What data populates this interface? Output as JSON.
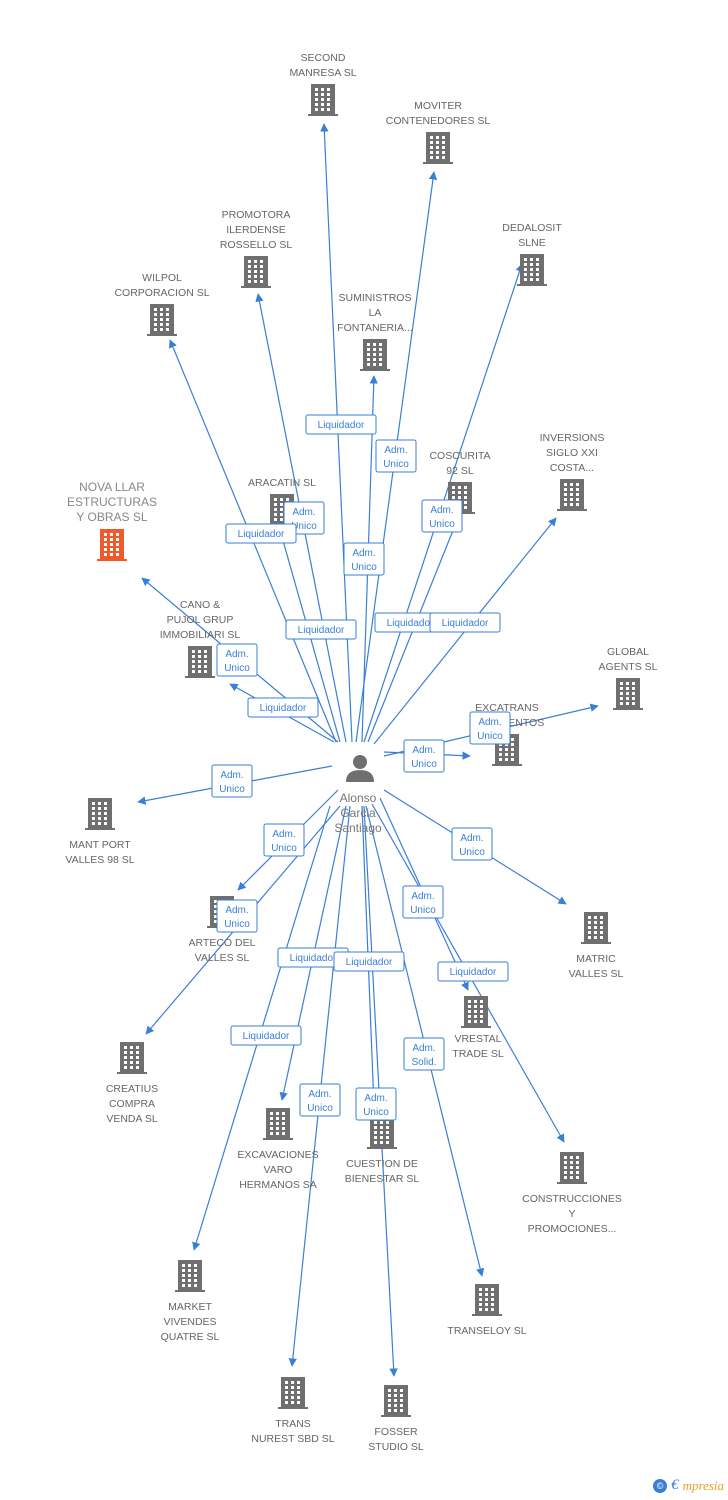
{
  "colors": {
    "edge": "#3a7fd6",
    "building": "#6f6f6f",
    "highlight": "#f05a2a",
    "person": "#6f6f6f"
  },
  "center": {
    "lines": [
      "Alonso",
      "Garcia",
      "Santiago"
    ]
  },
  "brand": {
    "symbol": "©",
    "e": "€",
    "text": "mpresia"
  },
  "nodes": [
    {
      "id": "second",
      "lines": [
        "SECOND",
        "MANRESA SL"
      ]
    },
    {
      "id": "moviter",
      "lines": [
        "MOVITER",
        "CONTENEDORES SL"
      ]
    },
    {
      "id": "promotora",
      "lines": [
        "PROMOTORA",
        "ILERDENSE",
        "ROSSELLO SL"
      ]
    },
    {
      "id": "dedalosit",
      "lines": [
        "DEDALOSIT",
        "SLNE"
      ]
    },
    {
      "id": "wilpol",
      "lines": [
        "WILPOL",
        "CORPORACION SL"
      ]
    },
    {
      "id": "suministros",
      "lines": [
        "SUMINISTROS",
        "LA",
        "FONTANERIA..."
      ]
    },
    {
      "id": "coscurita",
      "lines": [
        "COSCURITA",
        "92 SL"
      ]
    },
    {
      "id": "inversions",
      "lines": [
        "INVERSIONS",
        "SIGLO XXI",
        "COSTA..."
      ]
    },
    {
      "id": "aracatin",
      "lines": [
        "ARACATIN SL"
      ]
    },
    {
      "id": "novallar",
      "lines": [
        "NOVA LLAR",
        "ESTRUCTURAS",
        "Y OBRAS SL"
      ],
      "highlight": true
    },
    {
      "id": "cano",
      "lines": [
        "CANO &",
        "PUJOL GRUP",
        "IMMOBILIARI SL"
      ]
    },
    {
      "id": "global",
      "lines": [
        "GLOBAL",
        "AGENTS SL"
      ]
    },
    {
      "id": "excatrans",
      "lines": [
        "EXCATRANS",
        "MOVIMIENTOS"
      ]
    },
    {
      "id": "mantport",
      "lines": [
        "MANT PORT",
        "VALLES 98 SL"
      ]
    },
    {
      "id": "arteco",
      "lines": [
        "ARTECO DEL",
        "VALLES SL"
      ]
    },
    {
      "id": "matric",
      "lines": [
        "MATRIC",
        "VALLES SL"
      ]
    },
    {
      "id": "vrestal",
      "lines": [
        "VRESTAL",
        "TRADE SL"
      ]
    },
    {
      "id": "creatius",
      "lines": [
        "CREATIUS",
        "COMPRA",
        "VENDA SL"
      ]
    },
    {
      "id": "excavaciones",
      "lines": [
        "EXCAVACIONES",
        "VARO",
        "HERMANOS SA"
      ]
    },
    {
      "id": "cuestion",
      "lines": [
        "CUESTION DE",
        "BIENESTAR SL"
      ]
    },
    {
      "id": "construcciones",
      "lines": [
        "CONSTRUCCIONES",
        "Y",
        "PROMOCIONES..."
      ]
    },
    {
      "id": "market",
      "lines": [
        "MARKET",
        "VIVENDES",
        "QUATRE SL"
      ]
    },
    {
      "id": "transeloy",
      "lines": [
        "TRANSELOY SL"
      ]
    },
    {
      "id": "trans",
      "lines": [
        "TRANS",
        "NUREST SBD SL"
      ]
    },
    {
      "id": "fosser",
      "lines": [
        "FOSSER",
        "STUDIO SL"
      ]
    }
  ],
  "edge_labels": [
    {
      "lines": [
        "Liquidador"
      ]
    },
    {
      "lines": [
        "Adm.",
        "Unico"
      ]
    },
    {
      "lines": [
        "Adm.",
        "Unico"
      ]
    },
    {
      "lines": [
        "Liquidador"
      ]
    },
    {
      "lines": [
        "Adm.",
        "Unico"
      ]
    },
    {
      "lines": [
        "Adm.",
        "Unico"
      ]
    },
    {
      "lines": [
        "Liquidador"
      ]
    },
    {
      "lines": [
        "Liquidador"
      ]
    },
    {
      "lines": [
        "Liquidador"
      ]
    },
    {
      "lines": [
        "Adm.",
        "Unico"
      ]
    },
    {
      "lines": [
        "Liquidador"
      ]
    },
    {
      "lines": [
        "Adm.",
        "Unico"
      ]
    },
    {
      "lines": [
        "Adm.",
        "Unico"
      ]
    },
    {
      "lines": [
        "Adm.",
        "Unico"
      ]
    },
    {
      "lines": [
        "Adm.",
        "Unico"
      ]
    },
    {
      "lines": [
        "Adm.",
        "Unico"
      ]
    },
    {
      "lines": [
        "Adm.",
        "Unico"
      ]
    },
    {
      "lines": [
        "Adm.",
        "Unico"
      ]
    },
    {
      "lines": [
        "Liquidador"
      ]
    },
    {
      "lines": [
        "Liquidador"
      ]
    },
    {
      "lines": [
        "Liquidador"
      ]
    },
    {
      "lines": [
        "Liquidador"
      ]
    },
    {
      "lines": [
        "Adm.",
        "Solid."
      ]
    },
    {
      "lines": [
        "Adm.",
        "Unico"
      ]
    },
    {
      "lines": [
        "Adm.",
        "Unico"
      ]
    }
  ]
}
